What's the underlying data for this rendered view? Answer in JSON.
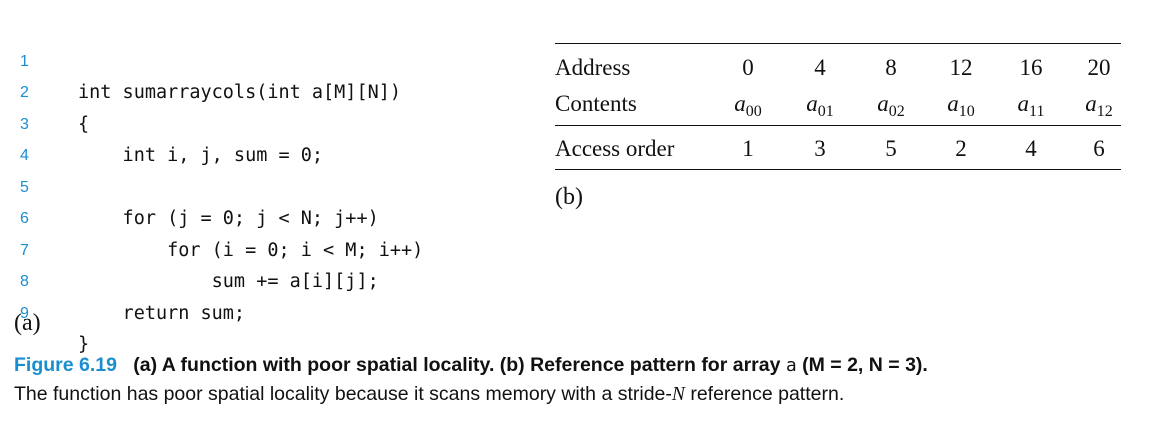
{
  "code": {
    "lines": [
      {
        "n": "1",
        "text": "int sumarraycols(int a[M][N])"
      },
      {
        "n": "2",
        "text": "{"
      },
      {
        "n": "3",
        "text": "    int i, j, sum = 0;"
      },
      {
        "n": "4",
        "text": ""
      },
      {
        "n": "5",
        "text": "    for (j = 0; j < N; j++)"
      },
      {
        "n": "6",
        "text": "        for (i = 0; i < M; i++)"
      },
      {
        "n": "7",
        "text": "            sum += a[i][j];"
      },
      {
        "n": "8",
        "text": "    return sum;"
      },
      {
        "n": "9",
        "text": "}"
      }
    ],
    "label": "(a)"
  },
  "table": {
    "headers": {
      "address": "Address",
      "contents": "Contents",
      "access_order": "Access order"
    },
    "addresses": [
      "0",
      "4",
      "8",
      "12",
      "16",
      "20"
    ],
    "contents": [
      {
        "var": "a",
        "sub": "00"
      },
      {
        "var": "a",
        "sub": "01"
      },
      {
        "var": "a",
        "sub": "02"
      },
      {
        "var": "a",
        "sub": "10"
      },
      {
        "var": "a",
        "sub": "11"
      },
      {
        "var": "a",
        "sub": "12"
      }
    ],
    "access_order": [
      "1",
      "3",
      "5",
      "2",
      "4",
      "6"
    ],
    "label": "(b)"
  },
  "caption": {
    "figure": "Figure 6.19",
    "title_main": "(a) A function with poor spatial locality. (b) Reference pattern for array ",
    "array_name": "a",
    "params": "(M = 2, N = 3).",
    "body_pre": "The function has poor spatial locality because it scans memory with a stride-",
    "body_n": "N",
    "body_post": " reference pattern."
  },
  "colors": {
    "accent": "#1a8fd0",
    "text": "#111111"
  }
}
